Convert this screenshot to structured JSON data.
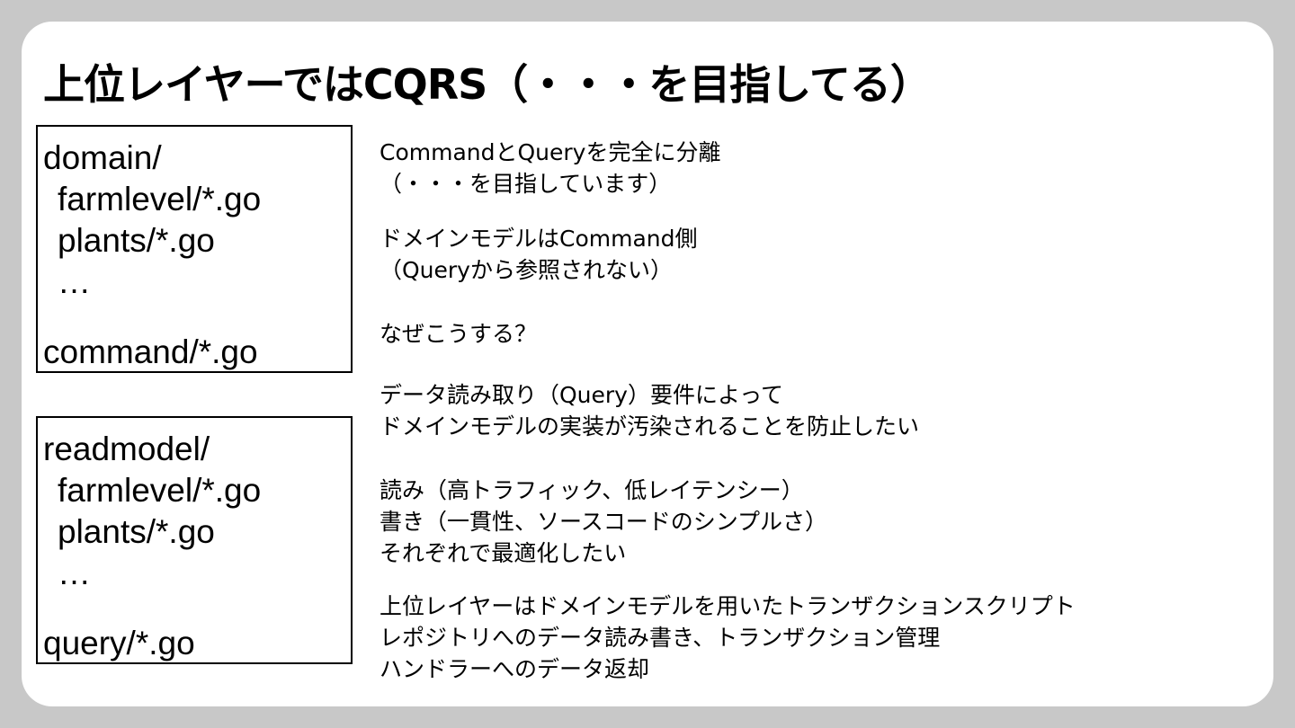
{
  "slide": {
    "title": "上位レイヤーではCQRS（・・・を目指してる）"
  },
  "code_boxes": {
    "top": {
      "lines": [
        "domain/",
        "farmlevel/*.go",
        "plants/*.go",
        "…",
        "command/*.go"
      ]
    },
    "bottom": {
      "lines": [
        "readmodel/",
        "farmlevel/*.go",
        "plants/*.go",
        "…",
        "query/*.go"
      ]
    }
  },
  "notes": {
    "p1": [
      "CommandとQueryを完全に分離",
      "（・・・を目指しています）"
    ],
    "p2": [
      "ドメインモデルはCommand側",
      "（Queryから参照されない）"
    ],
    "p3": [
      "なぜこうする？"
    ],
    "p4": [
      "データ読み取り（Query）要件によって",
      "ドメインモデルの実装が汚染されることを防止したい"
    ],
    "p5": [
      "読み（高トラフィック、低レイテンシー）",
      "書き（一貫性、ソースコードのシンプルさ）",
      "それぞれで最適化したい"
    ],
    "p6": [
      "上位レイヤーはドメインモデルを用いたトランザクションスクリプト",
      "レポジトリへのデータ読み書き、トランザクション管理",
      "ハンドラーへのデータ返却"
    ]
  }
}
